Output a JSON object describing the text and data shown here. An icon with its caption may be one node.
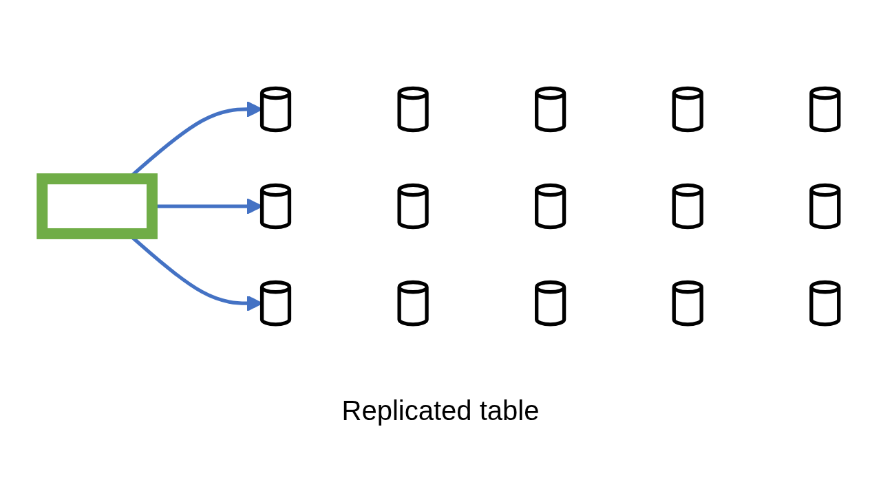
{
  "diagram": {
    "caption": "Replicated table",
    "nodes": [
      {
        "text": [],
        "shape": "picture"
      },
      {
        "text": [],
        "shape": "cylinder"
      },
      {
        "text": [],
        "shape": "cylinder"
      },
      {
        "text": [],
        "shape": "cylinder"
      },
      {
        "text": [],
        "shape": "cylinder"
      },
      {
        "text": [],
        "shape": "cylinder"
      },
      {
        "text": [],
        "shape": "cylinder"
      },
      {
        "text": [],
        "shape": "cylinder"
      },
      {
        "text": [],
        "shape": "cylinder"
      },
      {
        "text": [],
        "shape": "cylinder"
      },
      {
        "text": [],
        "shape": "cylinder"
      },
      {
        "text": [],
        "shape": "cylinder"
      },
      {
        "text": [],
        "shape": "cylinder"
      },
      {
        "text": [],
        "shape": "cylinder"
      },
      {
        "text": [],
        "shape": "cylinder"
      },
      {
        "text": [],
        "shape": "cylinder"
      }
    ],
    "edges": [
      {
        "from": 0,
        "to": 1,
        "arrow": "to"
      },
      {
        "from": 0,
        "to": 6,
        "arrow": "to"
      },
      {
        "from": 0,
        "to": 11,
        "arrow": "to"
      }
    ]
  }
}
